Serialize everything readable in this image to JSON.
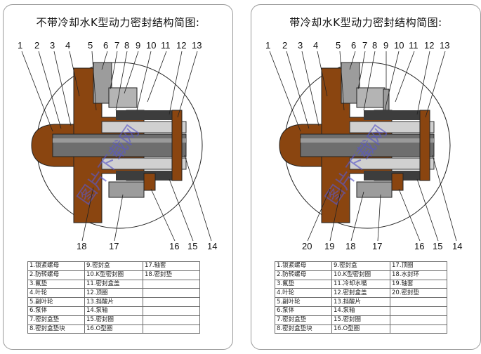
{
  "left": {
    "title": "不带冷却水K型动力密封结构简图:",
    "callouts_top": [
      "1",
      "2",
      "3",
      "4",
      "5",
      "6",
      "7",
      "8",
      "9",
      "10",
      "11",
      "12",
      "13"
    ],
    "callouts_bottom": [
      "18",
      "17",
      "16",
      "15",
      "14"
    ],
    "watermark": "图片下载网",
    "parts": [
      [
        "1.锁紧螺母",
        "9.密封盒",
        "17.轴套"
      ],
      [
        "2.防转螺母",
        "10.K型密封圈",
        "18.密封垫"
      ],
      [
        "3.氟垫",
        "11.密封盒盖",
        ""
      ],
      [
        "4.叶轮",
        "12.顶圈",
        ""
      ],
      [
        "5.副叶轮",
        "13.挡酸片",
        ""
      ],
      [
        "6.泵体",
        "14.泵轴",
        ""
      ],
      [
        "7.密封盒垫",
        "15.密封圈",
        ""
      ],
      [
        "8.密封盒垫块",
        "16.O型圈",
        ""
      ]
    ]
  },
  "right": {
    "title": "带冷却水K型动力密封结构简图:",
    "callouts_top": [
      "1",
      "2",
      "3",
      "4",
      "5",
      "6",
      "7",
      "8",
      "9",
      "10",
      "11",
      "12",
      "13"
    ],
    "callouts_bottom": [
      "20",
      "19",
      "18",
      "17",
      "16",
      "15",
      "14"
    ],
    "watermark": "图片下载网",
    "parts": [
      [
        "1.锁紧螺母",
        "9.密封盒",
        "17.顶圈"
      ],
      [
        "2.防转螺母",
        "10.K型密封圈",
        "18.水封环"
      ],
      [
        "3.氟垫",
        "11.冷却水嘴",
        "19.轴套"
      ],
      [
        "4.叶轮",
        "12.密封盒盖",
        "20.密封垫"
      ],
      [
        "5.副叶轮",
        "13.挡酸片",
        ""
      ],
      [
        "6.泵体",
        "14.泵轴",
        ""
      ],
      [
        "7.密封盒垫",
        "15.密封圈",
        ""
      ],
      [
        "8.密封盒垫块",
        "16.O型圈",
        ""
      ]
    ]
  },
  "colors": {
    "body": "#8a4510",
    "shaft": "#6e6e6e",
    "packing": "#3d3d3d",
    "gray_part": "#9c9c9c",
    "frame": "#9a9a9a"
  }
}
